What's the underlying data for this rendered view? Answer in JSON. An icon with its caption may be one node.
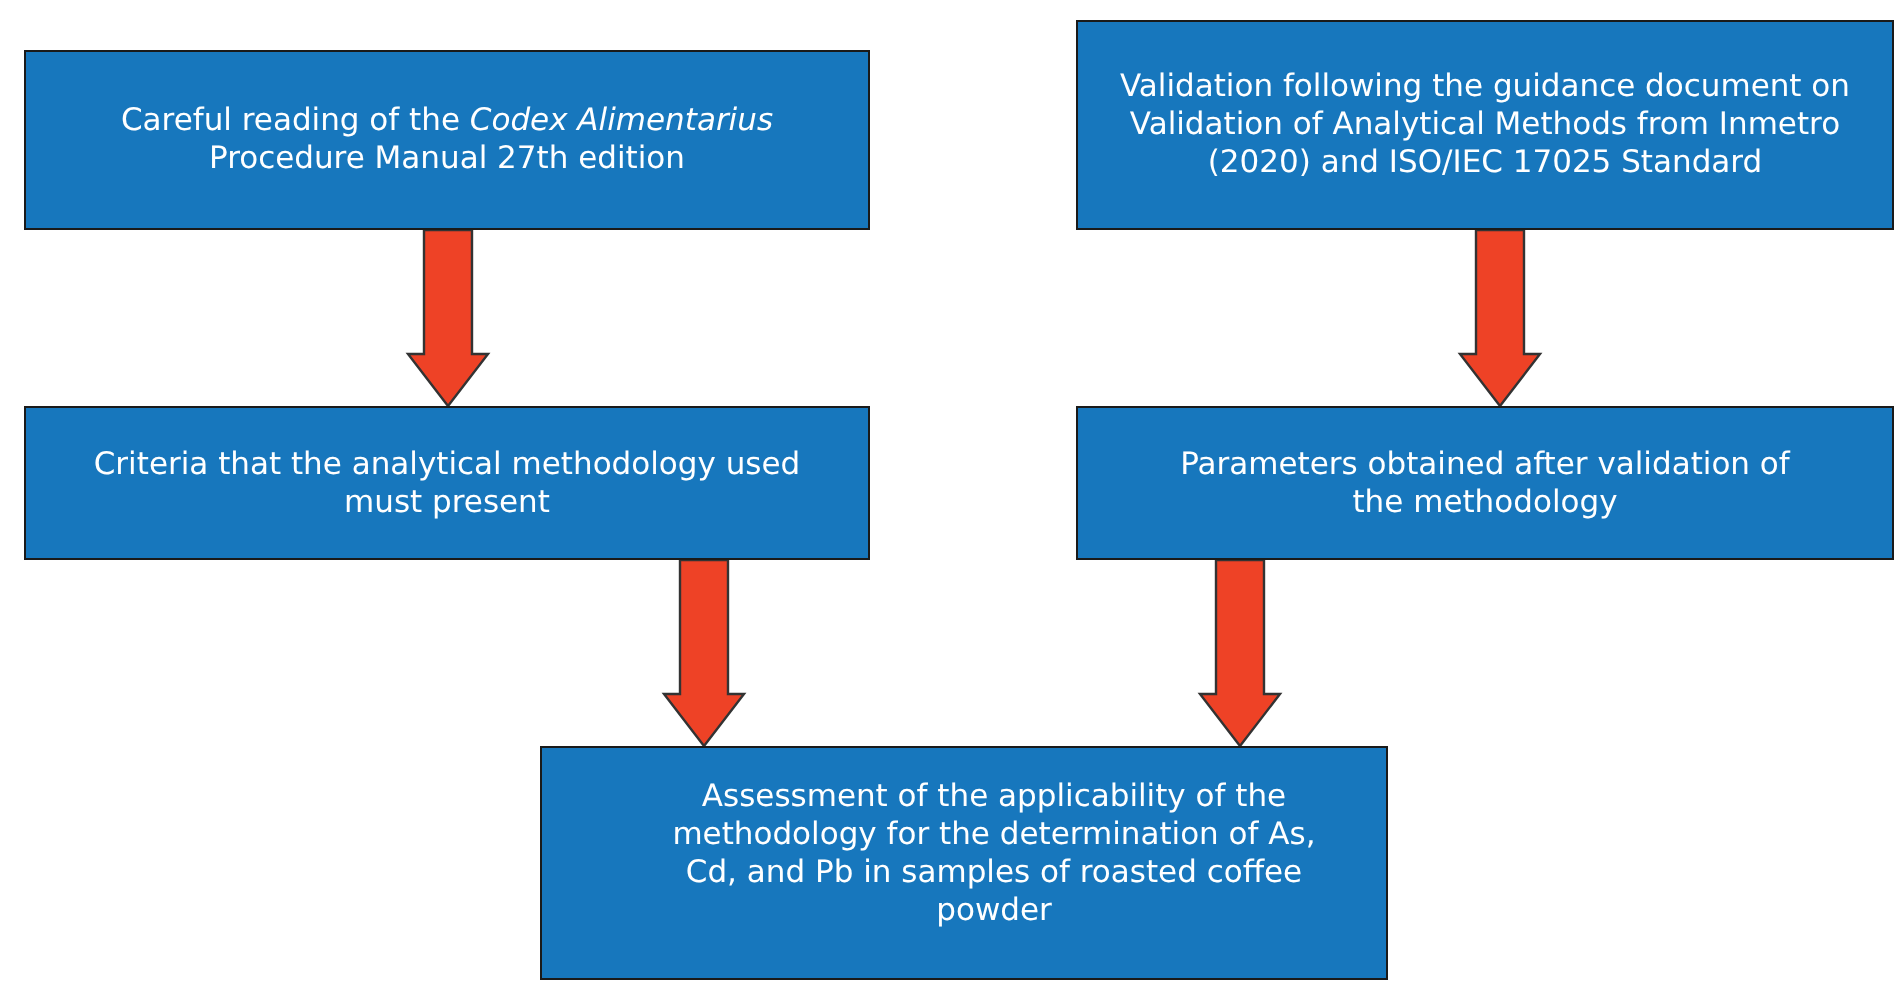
{
  "diagram": {
    "nodes": [
      {
        "text": [
          "Careful reading of the *Codex Alimentarius* Procedure Manual 27th edition"
        ]
      },
      {
        "text": [
          "Validation following the guidance document on Validation of Analytical Methods from Inmetro (2020) and ISO/IEC 17025 Standard"
        ]
      },
      {
        "text": [
          "Criteria that the analytical methodology used must present"
        ]
      },
      {
        "text": [
          "Parameters obtained after validation of the methodology"
        ]
      },
      {
        "text": [
          "Assessment of the applicability of the methodology for the determination of As, Cd, and Pb in samples of roasted coffee powder"
        ]
      }
    ],
    "edges": [
      {
        "from": 0,
        "to": 2,
        "arrow": "to"
      },
      {
        "from": 1,
        "to": 3,
        "arrow": "to"
      },
      {
        "from": 2,
        "to": 4,
        "arrow": "to"
      },
      {
        "from": 3,
        "to": 4,
        "arrow": "to"
      }
    ]
  }
}
